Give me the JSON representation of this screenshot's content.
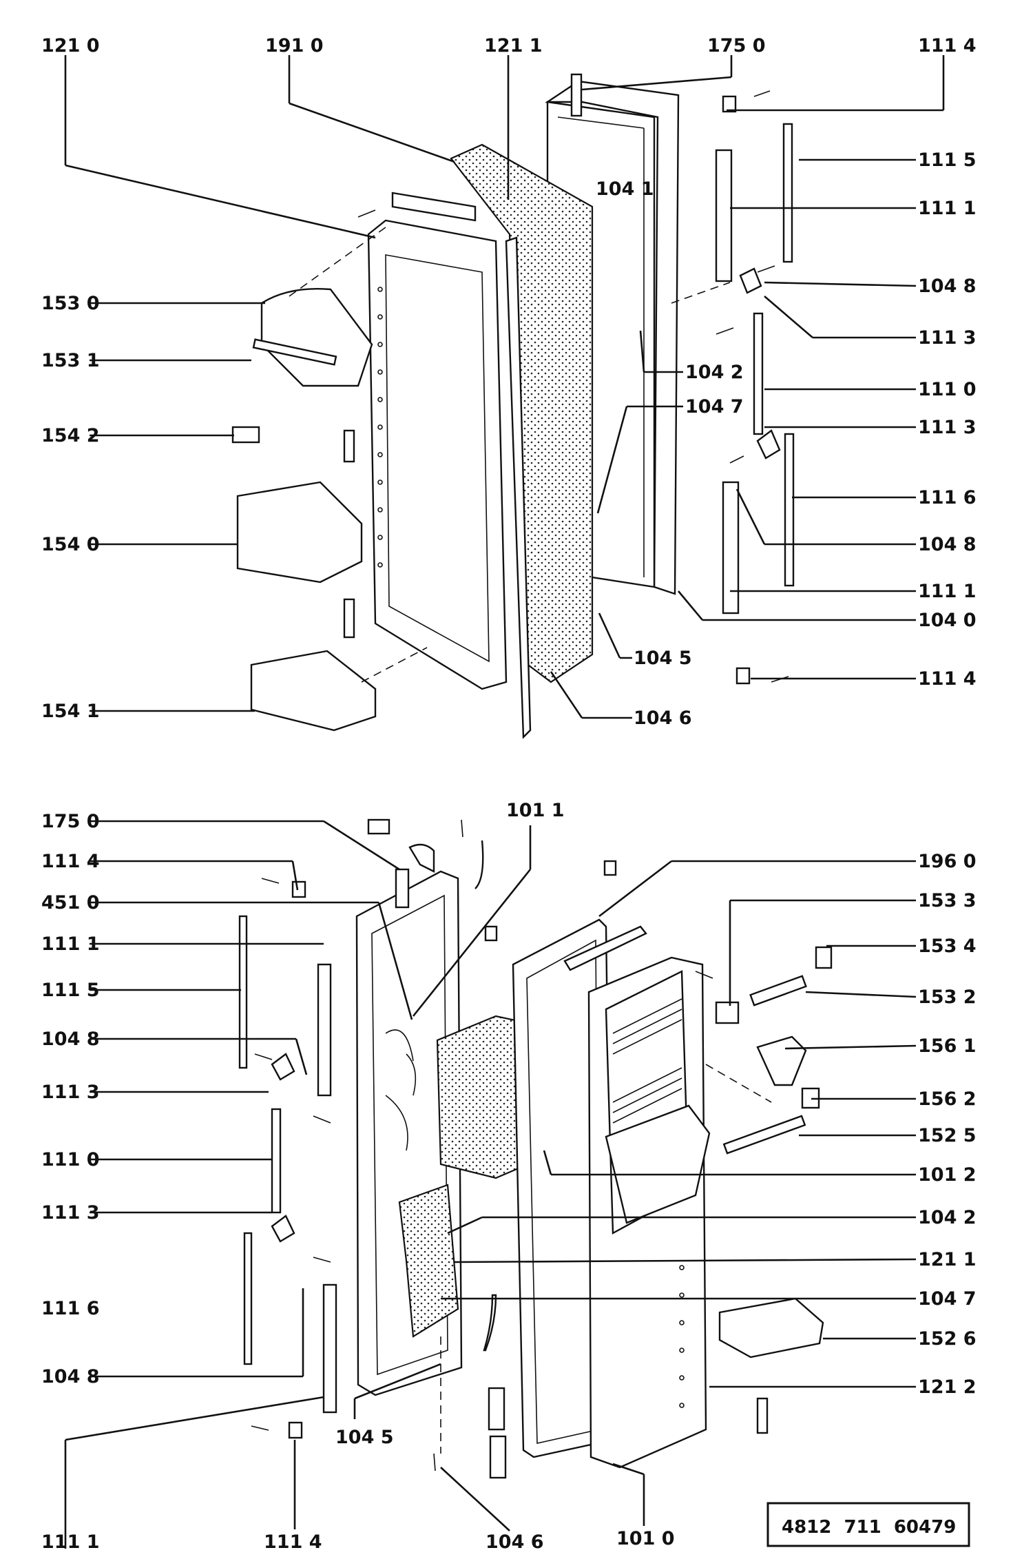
{
  "diagram": {
    "top_labels": [
      "121 0",
      "191 0",
      "121 1",
      "175 0",
      "111 4",
      "111 5",
      "104 1",
      "111 1",
      "104 8",
      "153 0",
      "111 3",
      "153 1",
      "104 2",
      "111 0",
      "104 7",
      "111 3",
      "154 2",
      "111 6",
      "104 8",
      "154 0",
      "111 1",
      "104 0",
      "104 5",
      "111 4",
      "154 1",
      "104 6"
    ],
    "bottom_labels": [
      "175 0",
      "101 1",
      "111 4",
      "196 0",
      "451 0",
      "153 3",
      "111 1",
      "153 4",
      "111 5",
      "153 2",
      "104 8",
      "156 1",
      "111 3",
      "156 2",
      "152 5",
      "111 0",
      "101 2",
      "111 3",
      "104 2",
      "121 1",
      "111 6",
      "104 7",
      "152 6",
      "104 8",
      "121 2",
      "104 5",
      "111 1",
      "111 4",
      "104 6",
      "101 0"
    ],
    "catalog_number": "4812  711  60479"
  }
}
